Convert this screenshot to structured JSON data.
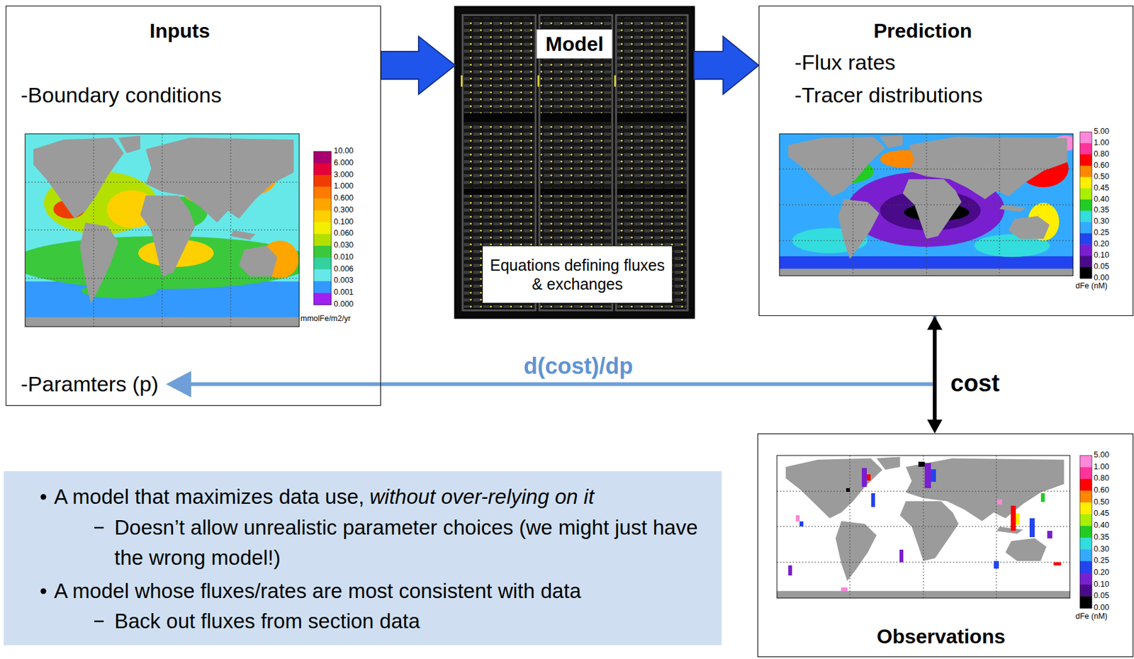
{
  "diagram": {
    "nodes": [
      {
        "text": [
          "Inputs",
          "-Boundary conditions",
          "-Paramters (p)"
        ]
      },
      {
        "text": [
          "Model"
        ]
      },
      {
        "text": [
          "Equations defining fluxes & exchanges"
        ],
        "in": 1
      },
      {
        "text": [
          "Prediction",
          "-Flux rates",
          "-Tracer distributions"
        ]
      },
      {
        "text": [
          "Observations"
        ]
      },
      {
        "text": [
          "A model that maximizes data use,",
          "without over-relying on it",
          "Doesn’t allow unrealistic parameter choices (we might just have the wrong model!)",
          "A model whose fluxes/rates are most consistent with data",
          "Back out fluxes from section data"
        ]
      }
    ],
    "edges": [
      {
        "from": 0,
        "to": 1,
        "arrow": "to"
      },
      {
        "from": 1,
        "to": 3,
        "arrow": "to"
      },
      {
        "from": 3,
        "to": 4,
        "label": "cost",
        "arrow": "both"
      },
      {
        "from": 3,
        "to": 0,
        "label": "d(cost)/dp",
        "arrow": "to"
      }
    ],
    "labels": [
      "10.00",
      "6.000",
      "3.000",
      "1.000",
      "0.600",
      "0.300",
      "0.100",
      "0.060",
      "0.030",
      "0.010",
      "0.006",
      "0.003",
      "0.001",
      "0.000",
      "mmolFe/m2/yr",
      "5.00",
      "1.00",
      "0.80",
      "0.60",
      "0.50",
      "0.45",
      "0.40",
      "0.35",
      "0.30",
      "0.25",
      "0.20",
      "0.10",
      "0.05",
      "0.00",
      "dFe (nM)",
      "5.00",
      "1.00",
      "0.80",
      "0.60",
      "0.50",
      "0.45",
      "0.40",
      "0.35",
      "0.30",
      "0.25",
      "0.20",
      "0.10",
      "0.05",
      "0.00",
      "dFe (nM)"
    ]
  }
}
